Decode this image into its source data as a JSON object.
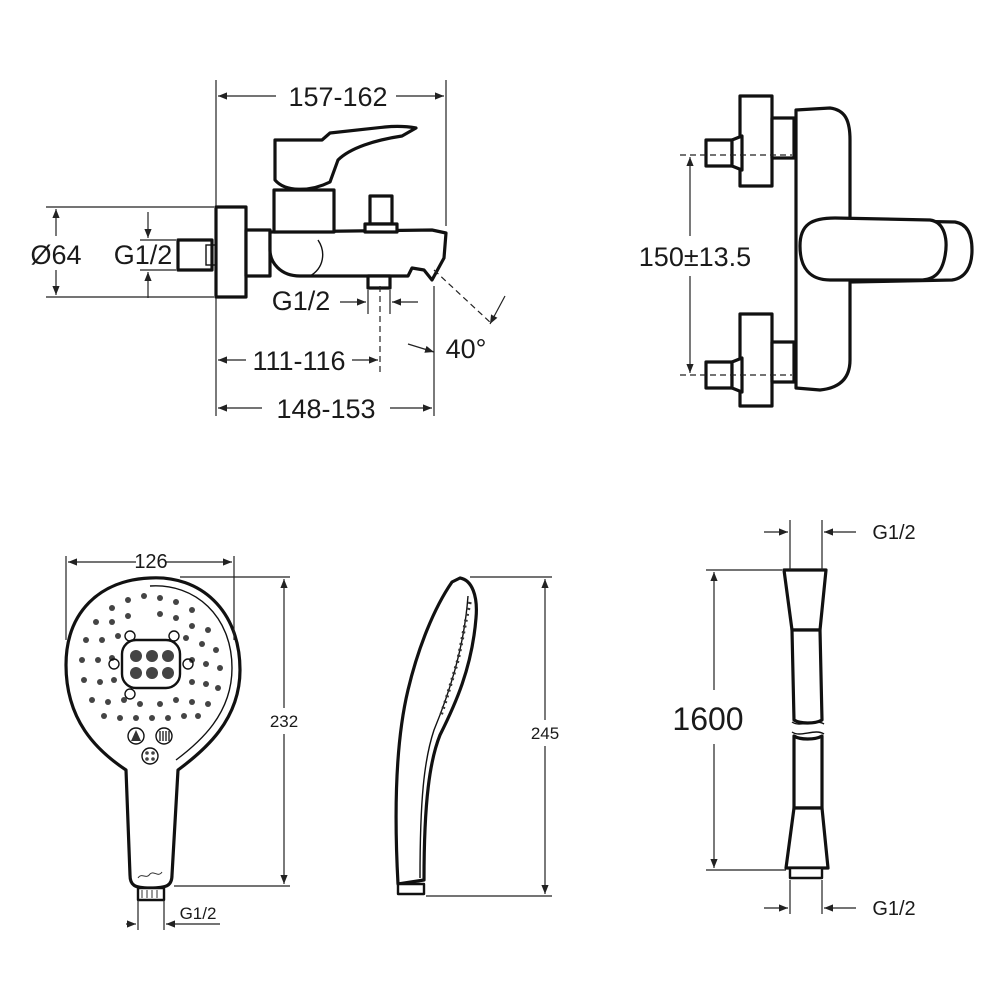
{
  "mixer_front": {
    "dim_width_total": "157-162",
    "dim_body_diameter": "Ø64",
    "dim_inlet_thread": "G1/2",
    "dim_outlet_thread": "G1/2",
    "dim_outlet_distance": "111-116",
    "dim_spout_length": "148-153",
    "dim_spout_angle": "40°"
  },
  "mixer_top": {
    "dim_inlet_spacing": "150±13.5"
  },
  "hand_shower_front": {
    "dim_head_width": "126",
    "dim_length": "232",
    "dim_connection_thread": "G1/2"
  },
  "hand_shower_side": {
    "dim_length": "245"
  },
  "hose": {
    "dim_top_thread": "G1/2",
    "dim_length": "1600",
    "dim_bottom_thread": "G1/2"
  }
}
